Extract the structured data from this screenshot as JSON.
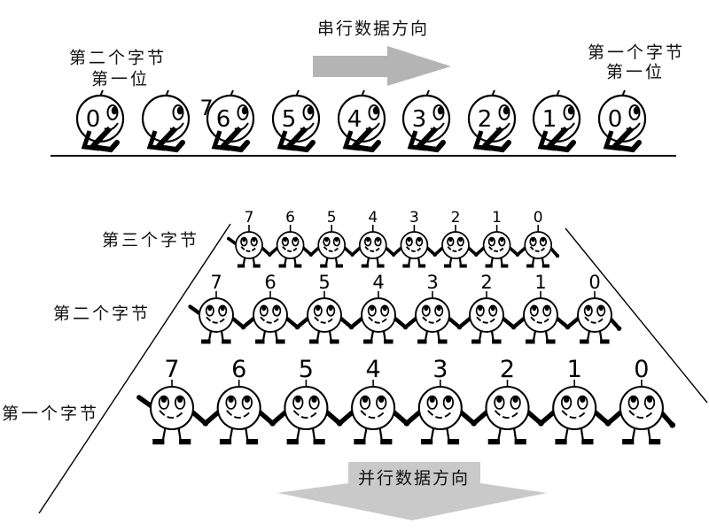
{
  "serial": {
    "direction_label": "串行数据方向",
    "arrow_color": "#b4b4b4",
    "left_label": {
      "line1": "第二个字节",
      "line2": "第一位"
    },
    "right_label": {
      "line1": "第一个字节",
      "line2": "第一位"
    },
    "figures": [
      {
        "digit": "0"
      },
      {
        "digit": ""
      },
      {
        "digit": "6",
        "stray_digit": "7"
      },
      {
        "digit": "5"
      },
      {
        "digit": "4"
      },
      {
        "digit": "3"
      },
      {
        "digit": "2"
      },
      {
        "digit": "1"
      },
      {
        "digit": "0"
      }
    ]
  },
  "parallel": {
    "direction_label": "并行数据方向",
    "arrow_color": "#c9c9c9",
    "rows": [
      {
        "label": "第三个字节",
        "digits": [
          "7",
          "6",
          "5",
          "4",
          "3",
          "2",
          "1",
          "0"
        ]
      },
      {
        "label": "第二个字节",
        "digits": [
          "7",
          "6",
          "5",
          "4",
          "3",
          "2",
          "1",
          "0"
        ]
      },
      {
        "label": "第一个字节",
        "digits": [
          "7",
          "6",
          "5",
          "4",
          "3",
          "2",
          "1",
          "0"
        ]
      }
    ]
  },
  "line_color": "#000000"
}
